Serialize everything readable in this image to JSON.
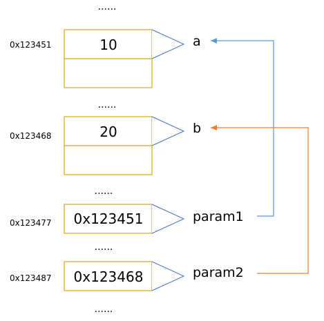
{
  "colors": {
    "cell_border": "#D6A521",
    "pointer_outline": "#4472C4",
    "arrow_a": "#5B9BD5",
    "arrow_b": "#ED7D31"
  },
  "ellipsis": [
    "......",
    "......",
    "......",
    "......",
    "......"
  ],
  "memory": [
    {
      "address": "0x123451",
      "value": "10"
    },
    {
      "address": "0x123468",
      "value": "20"
    },
    {
      "address": "0x123477",
      "value": "0x123451"
    },
    {
      "address": "0x123487",
      "value": "0x123468"
    }
  ],
  "variables": [
    "a",
    "b",
    "param1",
    "param2"
  ]
}
